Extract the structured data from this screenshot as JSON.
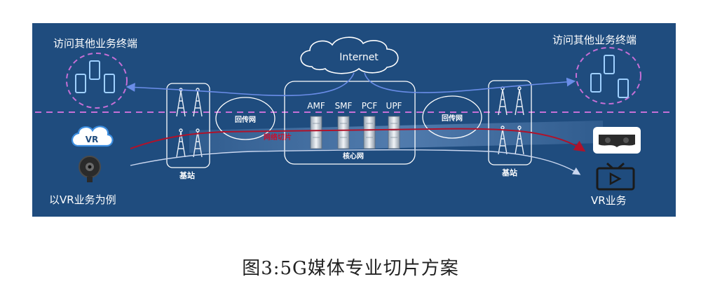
{
  "diagram": {
    "top_left_label": "访问其他业务终端",
    "top_right_label": "访问其他业务终端",
    "internet_label": "Internet",
    "core_functions": [
      "AMF",
      "SMF",
      "PCF",
      "UPF"
    ],
    "core_network_label": "核心网",
    "backhaul_left_label": "回传网",
    "backhaul_right_label": "回传网",
    "base_station_left_label": "基站",
    "base_station_right_label": "基站",
    "slice_label": "网络切片",
    "vr_badge_label": "VR",
    "source_label": "以VR业务为例",
    "service_label": "VR业务",
    "colors": {
      "panel": "#1f4c7e",
      "dashed_line": "#c66fd6",
      "slice_red": "#b0122a",
      "arrow_blue": "#6a8de8"
    }
  },
  "caption": "图3:5G媒体专业切片方案"
}
